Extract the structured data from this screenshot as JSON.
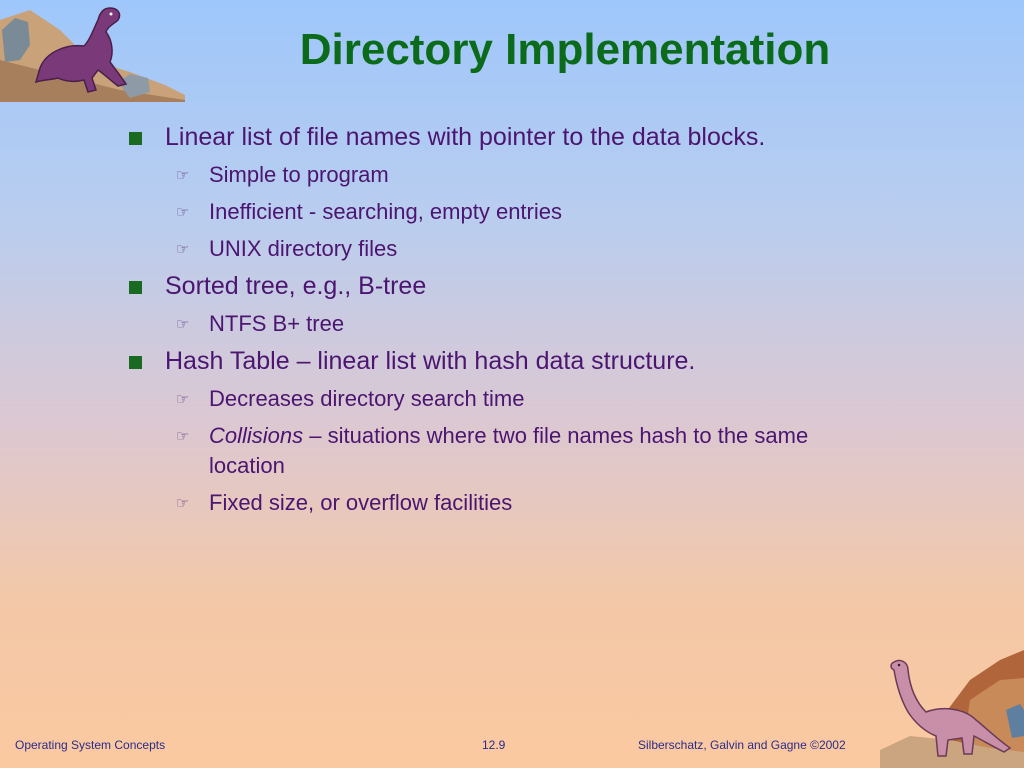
{
  "slide": {
    "title": "Directory Implementation",
    "bullets": [
      {
        "text": "Linear list of file names with pointer to the data blocks.",
        "subs": [
          "Simple to program",
          "Inefficient - searching, empty entries",
          "UNIX directory files"
        ]
      },
      {
        "text": "Sorted tree, e.g., B-tree",
        "subs": [
          "NTFS B+ tree"
        ]
      },
      {
        "text": "Hash Table – linear list with hash data structure.",
        "subs": [
          "Decreases directory search time"
        ],
        "collision_term": "Collisions",
        "collision_rest": " – situations where two file names hash to the same location",
        "final_sub": "Fixed size, or overflow facilities"
      }
    ]
  },
  "footer": {
    "left": "Operating System Concepts",
    "center": "12.9",
    "right": "Silberschatz, Galvin and  Gagne ©2002"
  },
  "glyphs": {
    "square_bullet": "■",
    "pointing_hand": "☞"
  },
  "colors": {
    "title": "#0b6b1a",
    "body_text": "#4b1570",
    "square_bullet": "#1a6b21",
    "footer_text": "#2a2c8a"
  },
  "icons": [
    "dinosaur-top-left-icon",
    "dinosaur-bottom-right-icon"
  ]
}
